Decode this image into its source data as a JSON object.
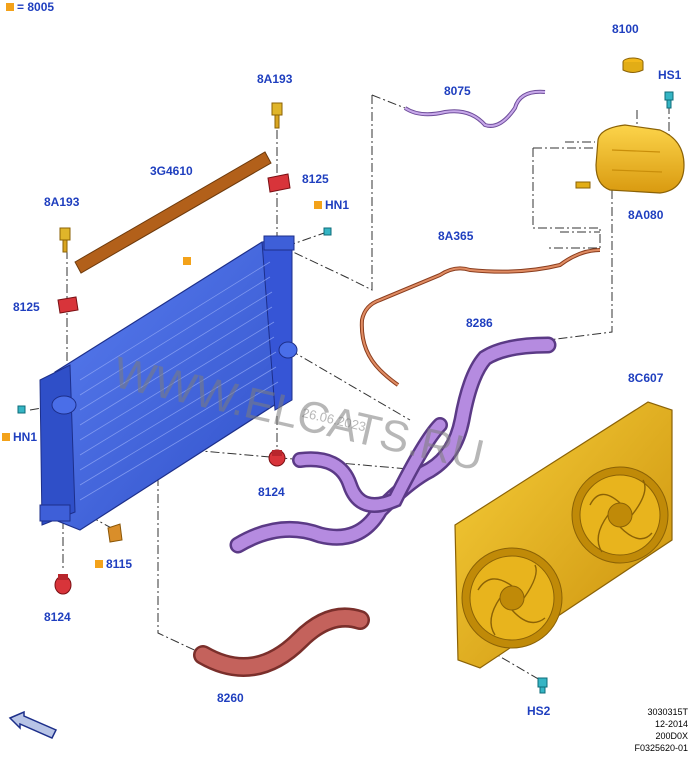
{
  "legend": {
    "text": "= 8005"
  },
  "parts": [
    {
      "id": "p8100",
      "label": "8100"
    },
    {
      "id": "pHS1",
      "label": "HS1"
    },
    {
      "id": "p8075",
      "label": "8075"
    },
    {
      "id": "p8A193a",
      "label": "8A193"
    },
    {
      "id": "p3G4610",
      "label": "3G4610"
    },
    {
      "id": "p8125a",
      "label": "8125"
    },
    {
      "id": "p8A193b",
      "label": "8A193"
    },
    {
      "id": "pHN1a",
      "label": "HN1"
    },
    {
      "id": "p8A080",
      "label": "8A080"
    },
    {
      "id": "p8A365",
      "label": "8A365"
    },
    {
      "id": "p8125b",
      "label": "8125"
    },
    {
      "id": "p8286",
      "label": "8286"
    },
    {
      "id": "p8C607",
      "label": "8C607"
    },
    {
      "id": "pHN1b",
      "label": "HN1"
    },
    {
      "id": "p8124a",
      "label": "8124"
    },
    {
      "id": "p8115",
      "label": "8115"
    },
    {
      "id": "p8124b",
      "label": "8124"
    },
    {
      "id": "p8260",
      "label": "8260"
    },
    {
      "id": "pHS2",
      "label": "HS2"
    }
  ],
  "watermark": {
    "site": "WWW.ELCATS.RU",
    "date": "26.06.2023"
  },
  "meta": {
    "line1": "3030315T",
    "line2": "12-2014",
    "line3": "200D0X",
    "line4": "F0325620-01"
  },
  "colors": {
    "label": "#1f3fbf",
    "radiator": "#3f63e0",
    "hose_purple": "#a97ad6",
    "tube_copper": "#d07a52",
    "hose_red": "#b85a55",
    "fan_yellow": "#e2ad16",
    "tank_yellow": "#f2b81a",
    "clip_red": "#d8343a",
    "clip_teal": "#35b5c4",
    "legend_square": "#f3a21a"
  }
}
